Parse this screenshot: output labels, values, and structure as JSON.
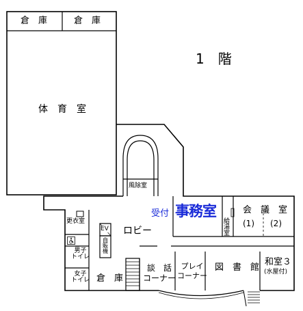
{
  "floor_title": "1　階",
  "rooms": {
    "storage_left": "倉　庫",
    "storage_right": "倉　庫",
    "gym": "体　育　室",
    "windbreak_room": "風除室",
    "reception": "受付",
    "office": "事務室",
    "conference_room": "会　議　室",
    "conference_1": "(1)",
    "conference_2": "(2)",
    "kitchenette_lines": [
      "給",
      "湯",
      "室"
    ],
    "changing_room": "更衣室",
    "elevator": "EV",
    "vending_lines": [
      "自",
      "販",
      "機"
    ],
    "lobby": "ロビー",
    "mens_toilet_lines": [
      "男子",
      "トイレ"
    ],
    "womens_toilet_lines": [
      "女子",
      "トイレ"
    ],
    "storage_bottom": "倉　庫",
    "lounge_lines": [
      "談　話",
      "コーナー"
    ],
    "play_lines": [
      "プレイ",
      "コーナー"
    ],
    "library": "図　書　館",
    "japanese_room": "和室３",
    "japanese_room_note": "(水屋付)"
  },
  "icons": {
    "accessible_toilet": "wheelchair-icon"
  },
  "colors": {
    "line": "#000000",
    "accent_text": "#1a2bd8",
    "background": "#ffffff"
  }
}
